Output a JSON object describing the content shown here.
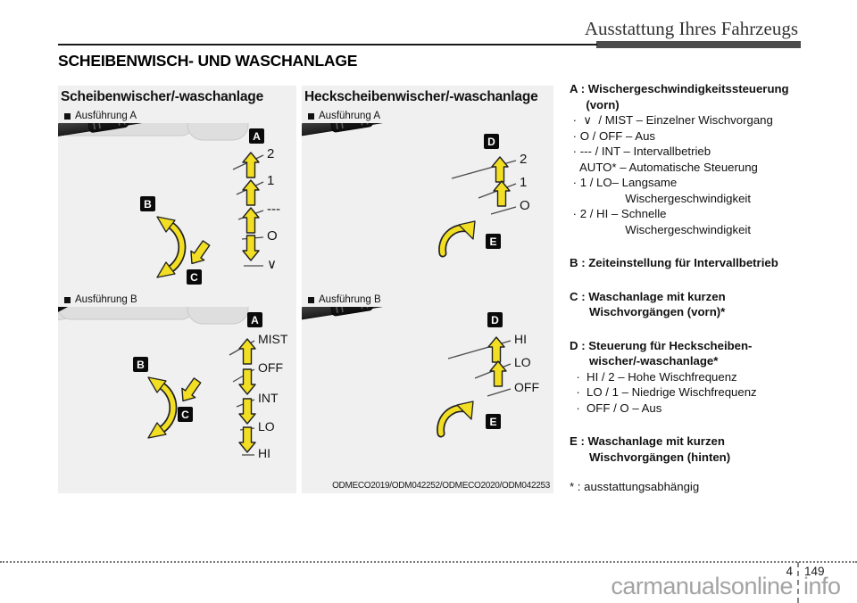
{
  "header": {
    "chapter_label": "Ausstattung Ihres Fahrzeugs"
  },
  "title": "SCHEIBENWISCH- UND WASCHANLAGE",
  "panels": {
    "front": {
      "title": "Scheibenwischer/-waschanlage"
    },
    "rear": {
      "title": "Heckscheibenwischer/-waschanlage",
      "caption": "ODMECO2019/ODM042252/ODMECO2020/ODM042253"
    }
  },
  "figures": {
    "front_a": {
      "variant": "Ausführung A",
      "positions": [
        "2",
        "1",
        "---",
        "O",
        "∨"
      ],
      "callouts": [
        "A",
        "B",
        "C"
      ]
    },
    "front_b": {
      "variant": "Ausführung B",
      "positions": [
        "MIST",
        "OFF",
        "INT",
        "LO",
        "HI"
      ],
      "callouts": [
        "A",
        "B",
        "C"
      ]
    },
    "rear_a": {
      "variant": "Ausführung A",
      "positions": [
        "2",
        "1",
        "O"
      ],
      "callouts": [
        "D",
        "E"
      ]
    },
    "rear_b": {
      "variant": "Ausführung B",
      "positions": [
        "HI",
        "LO",
        "OFF"
      ],
      "callouts": [
        "D",
        "E"
      ]
    }
  },
  "legend": {
    "blocks": [
      {
        "head": [
          "A : Wischergeschwindigkeitssteuerung",
          "     (vorn)"
        ],
        "lines": [
          " ·  ∨  / MIST – Einzelner Wischvorgang",
          " · O / OFF – Aus",
          " · --- / INT – Intervallbetrieb",
          "   AUTO* – Automatische Steuerung",
          " · 1 / LO– Langsame",
          "                 Wischergeschwindigkeit",
          " · 2 / HI – Schnelle",
          "                 Wischergeschwindigkeit"
        ]
      },
      {
        "head": [
          "B : Zeiteinstellung für Intervallbetrieb"
        ],
        "lines": []
      },
      {
        "head": [
          "C : Waschanlage mit kurzen",
          "      Wischvorgängen (vorn)*"
        ],
        "lines": []
      },
      {
        "head": [
          "D : Steuerung für Heckscheiben-",
          "      wischer/-waschanlage*"
        ],
        "lines": [
          "  ·  HI / 2 – Hohe Wischfrequenz",
          "  ·  LO / 1 – Niedrige Wischfrequenz",
          "  ·  OFF / O – Aus"
        ]
      },
      {
        "head": [
          "E : Waschanlage mit kurzen",
          "      Wischvorgängen (hinten)"
        ],
        "lines": []
      }
    ],
    "footnote": "* : ausstattungsabhängig"
  },
  "footer": {
    "chapter_number": "4",
    "page_number": "149",
    "watermark_left": "carmanualsonline",
    "watermark_right": "info"
  },
  "colors": {
    "arrow_yellow": "#f2de22",
    "panel_bg": "#f0f0f0",
    "callout_bg": "#0a0a0a",
    "header_bar": "#4c4c4c"
  }
}
